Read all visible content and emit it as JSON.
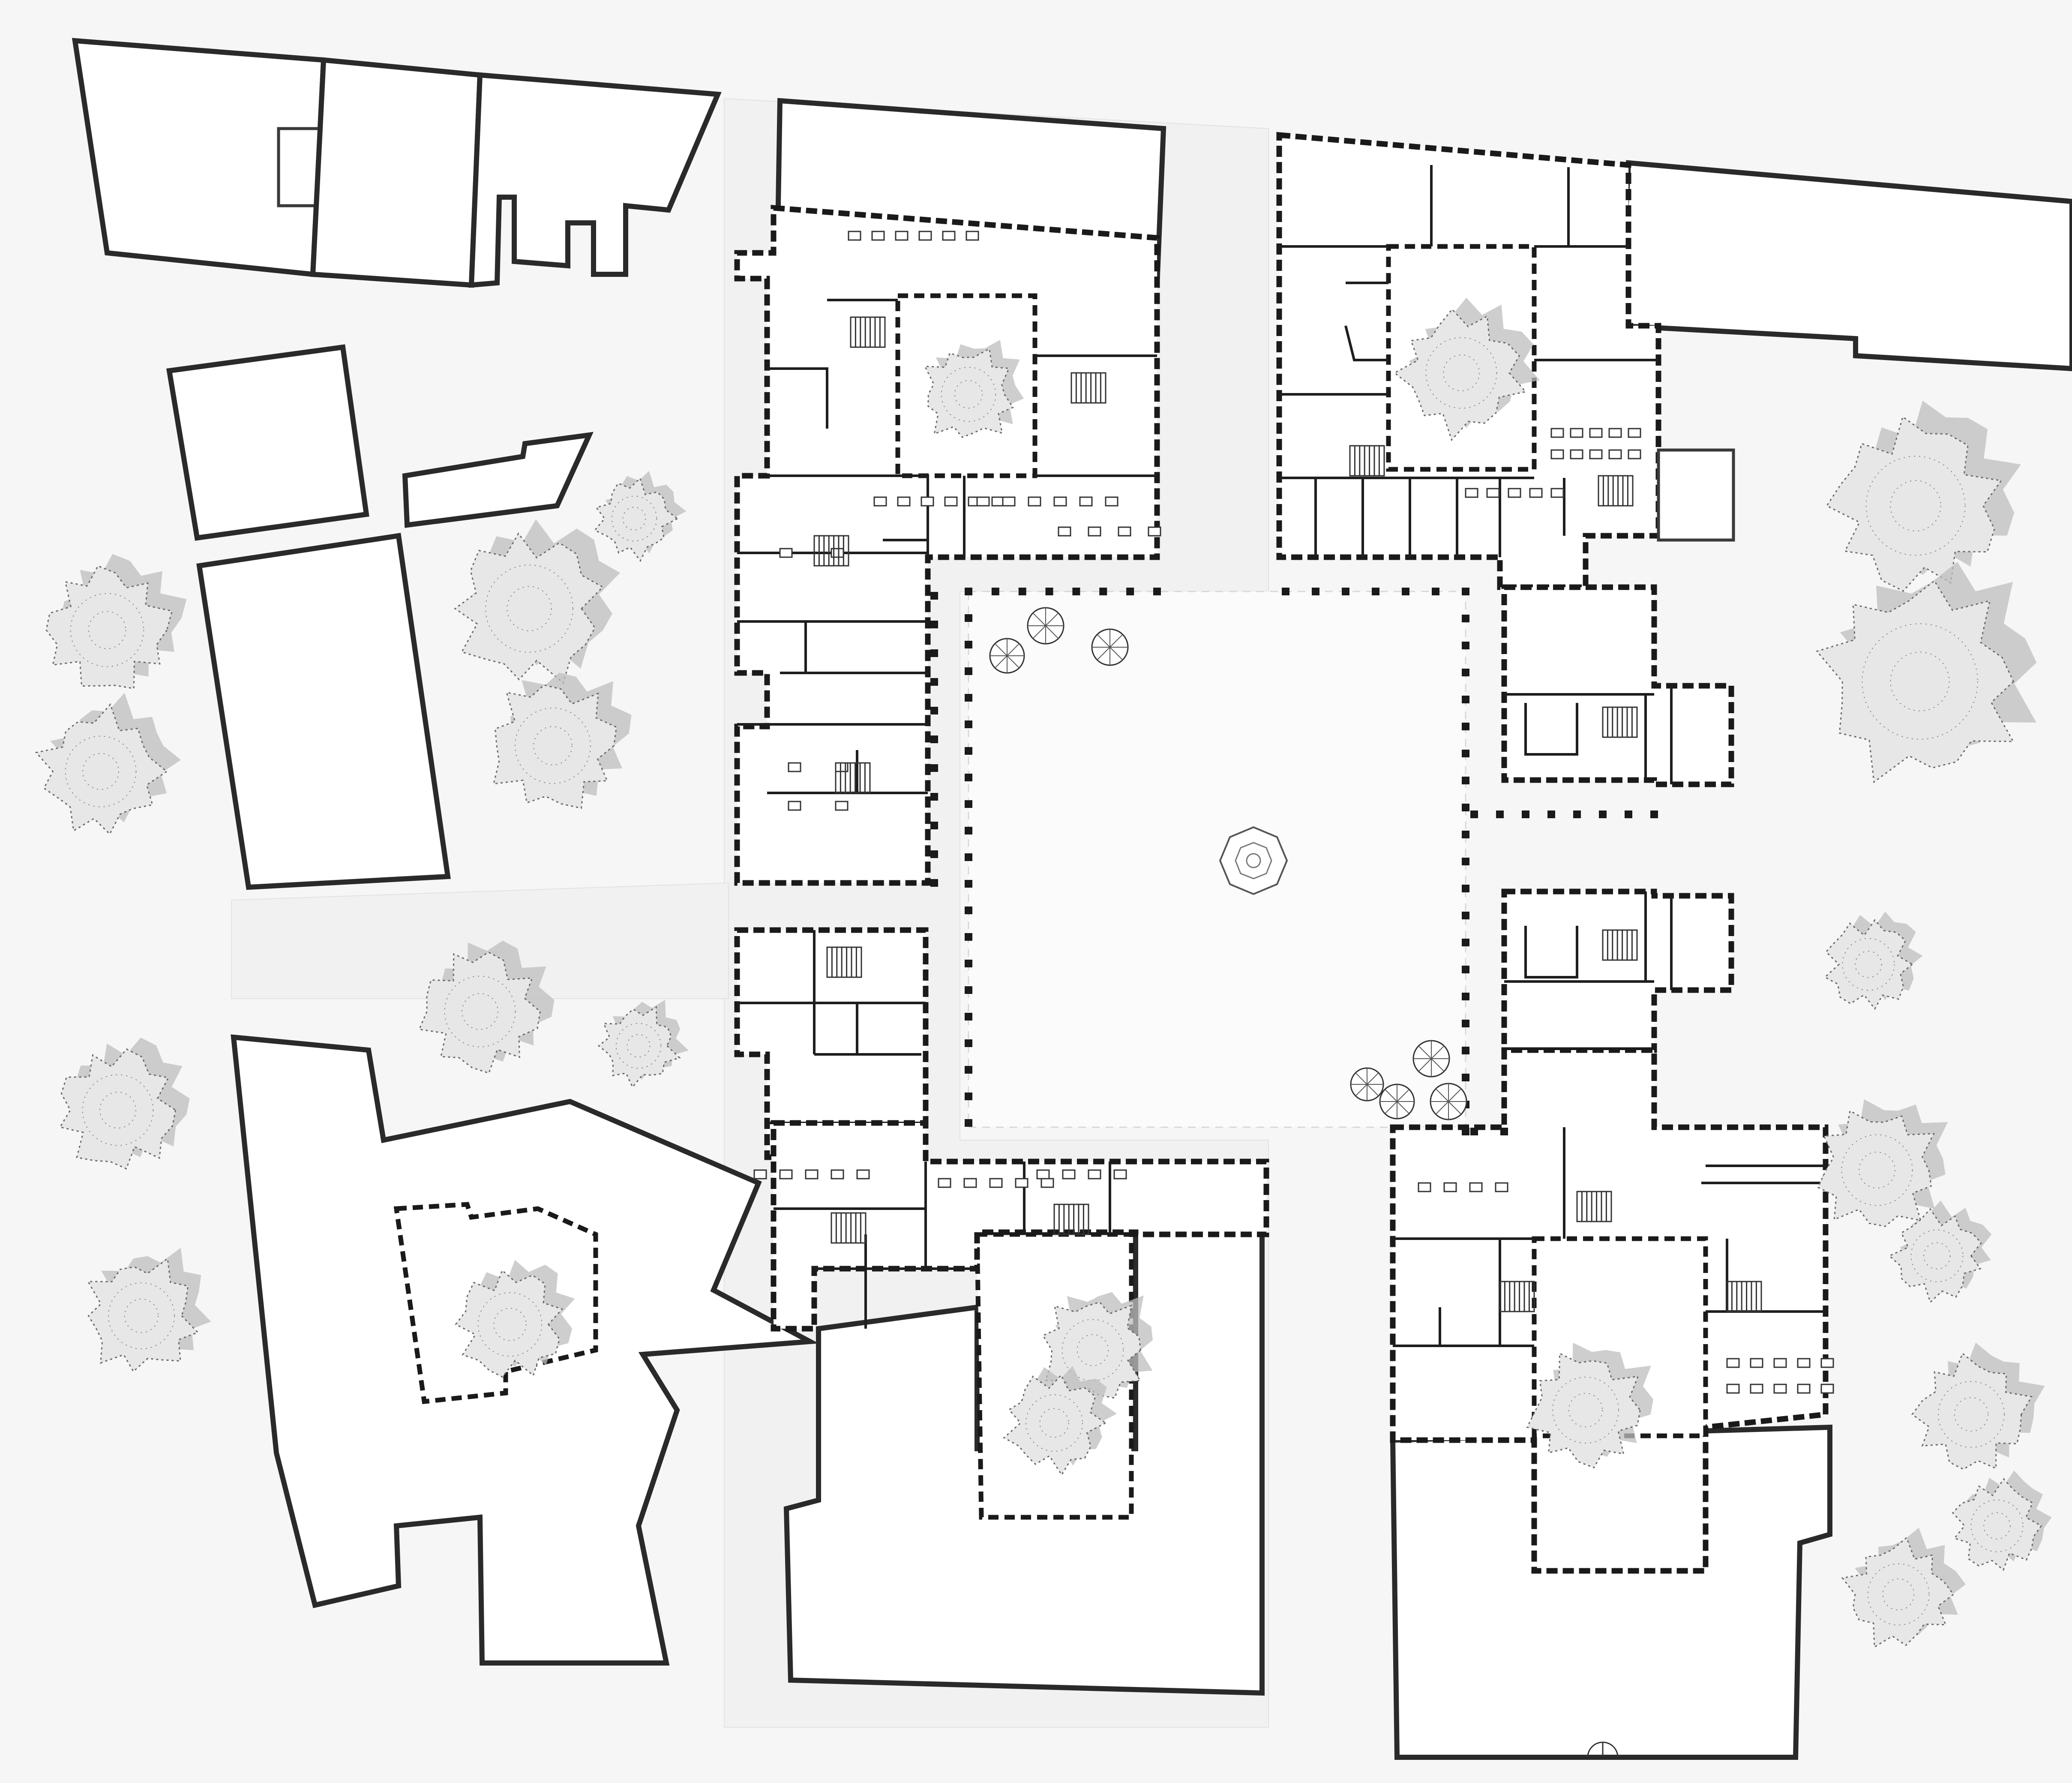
{
  "drawing": {
    "type": "architectural site plan",
    "style": "black line drawing on light grey ground",
    "labels": []
  },
  "elements": {
    "buildings": [
      "north-row-building-a",
      "north-row-building-b",
      "north-row-building-c",
      "north-row-building-d",
      "north-east-building",
      "west-block-1",
      "west-block-2",
      "west-block-3",
      "south-west-building",
      "south-central-building",
      "south-east-building"
    ],
    "wings": [
      "north-west-wing",
      "north-east-wing",
      "east-wing",
      "west-wing",
      "south-west-wing",
      "south-east-wing"
    ],
    "courtyards": [
      "main-square",
      "north-west-patio",
      "north-east-patio",
      "south-central-patio",
      "south-east-patio",
      "south-west-patio"
    ],
    "trees": 22,
    "umbrellas": 7,
    "fountain": "octagonal-fountain"
  },
  "colors": {
    "wall": "#1a1a1a",
    "ground": "#f6f6f6",
    "paving": "#f1f1f1",
    "tree": "#e7e7e7",
    "tree_shadow": "#bdbdbd"
  }
}
